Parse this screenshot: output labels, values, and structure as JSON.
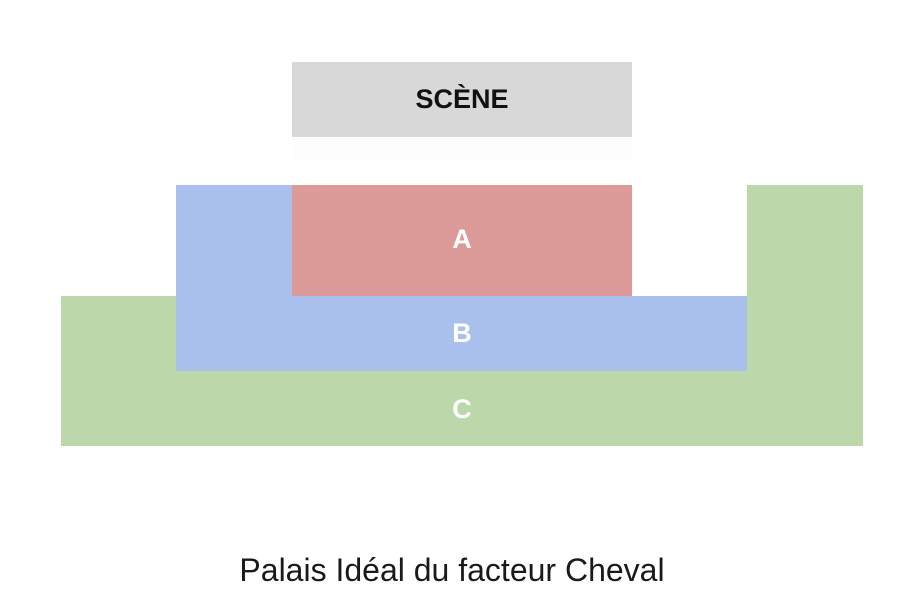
{
  "stage_label": "SCÈNE",
  "sections": [
    {
      "label": "A",
      "color": "#dc9a99"
    },
    {
      "label": "B",
      "color": "#a9c0ec"
    },
    {
      "label": "C",
      "color": "#bcd7aa"
    }
  ],
  "title": "Palais Idéal du facteur Cheval"
}
